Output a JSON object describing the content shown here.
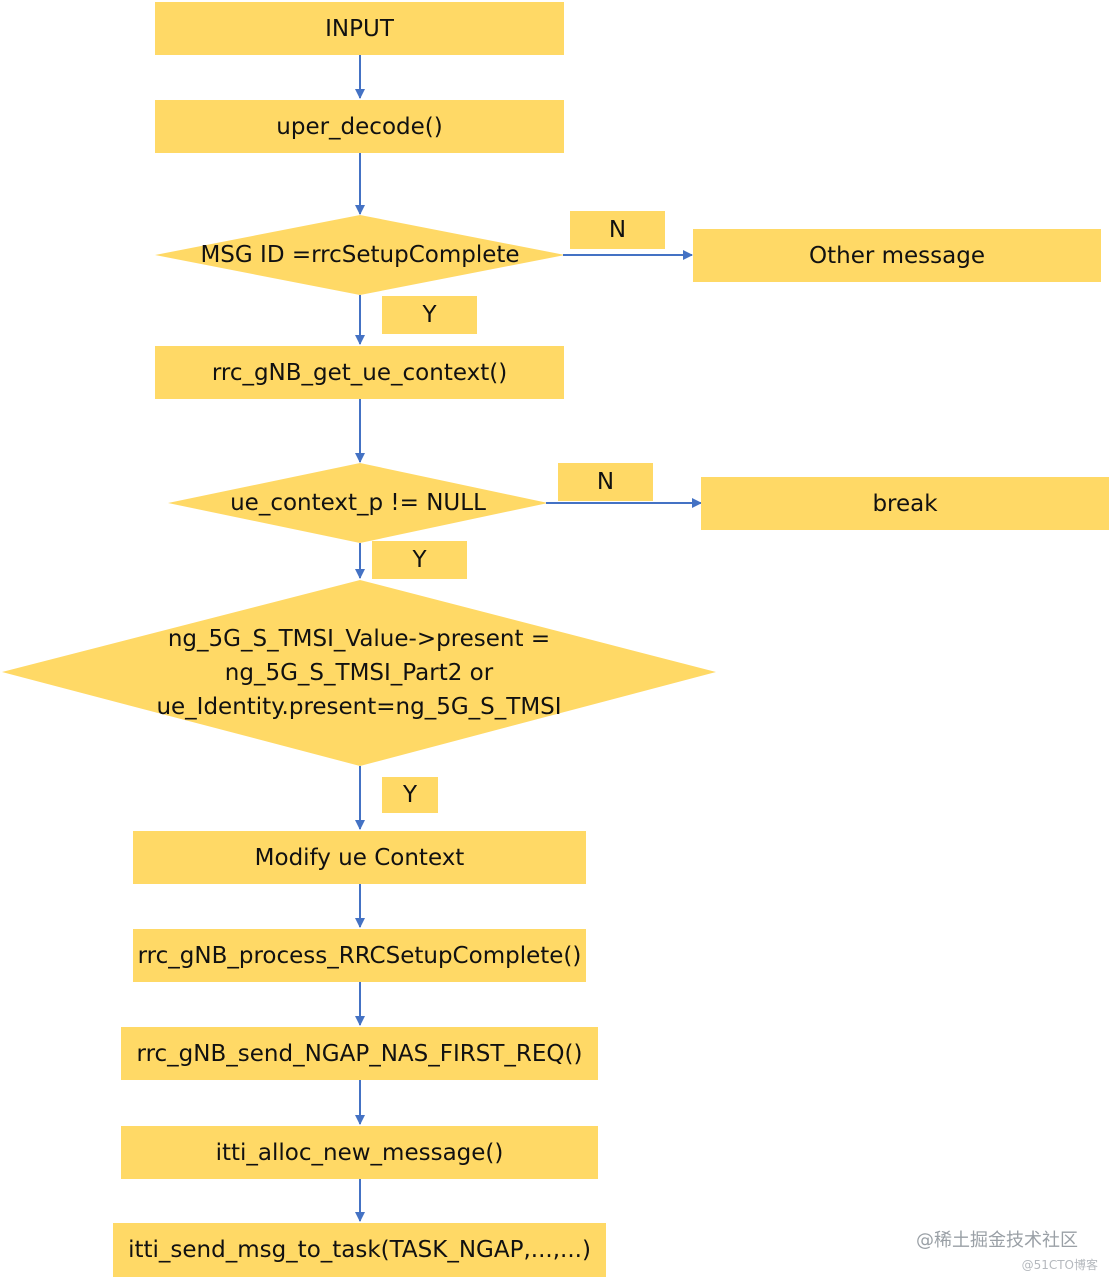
{
  "colors": {
    "node_fill": "#ffd966",
    "arrow": "#4472c4",
    "text": "#111111"
  },
  "nodes": {
    "input": "INPUT",
    "uper_decode": "uper_decode()",
    "msg_id_check": "MSG ID =rrcSetupComplete",
    "other_message": "Other message",
    "get_ue_context": "rrc_gNB_get_ue_context()",
    "ue_context_check": "ue_context_p != NULL",
    "break": "break",
    "tmsi_check_line1": "ng_5G_S_TMSI_Value->present =",
    "tmsi_check_line2": "ng_5G_S_TMSI_Part2 or",
    "tmsi_check_line3": "ue_Identity.present=ng_5G_S_TMSI",
    "modify_ue_context": "Modify ue Context",
    "process_rrc_setup_complete": "rrc_gNB_process_RRCSetupComplete()",
    "send_ngap_nas_first_req": "rrc_gNB_send_NGAP_NAS_FIRST_REQ()",
    "itti_alloc_new_message": "itti_alloc_new_message()",
    "itti_send_msg_to_task": "itti_send_msg_to_task(TASK_NGAP,...,...)"
  },
  "labels": {
    "msg_no": "N",
    "msg_yes": "Y",
    "ctx_no": "N",
    "ctx_yes": "Y",
    "tmsi_yes": "Y"
  },
  "watermark": {
    "main": "@稀土掘金技术社区",
    "sub": "@51CTO博客"
  }
}
